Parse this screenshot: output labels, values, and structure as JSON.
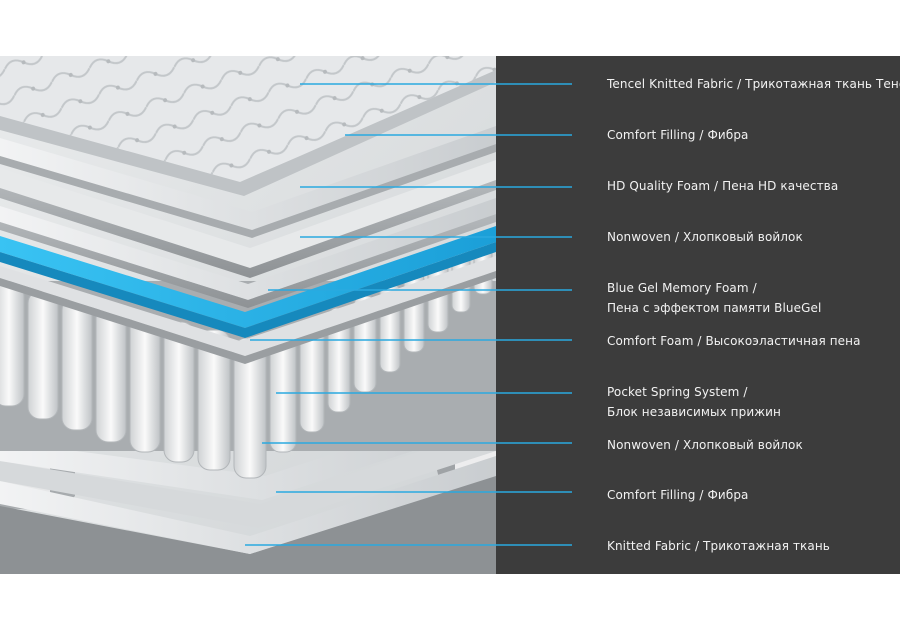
{
  "photo": {
    "subject": "mattress-layers-cutaway",
    "accent_color": "#2aa9e0",
    "panel_color": "#3c3c3c"
  },
  "layers": [
    {
      "lines": [
        "Tencel Knitted Fabric / Трикотажная ткань Тенсел"
      ]
    },
    {
      "lines": [
        "Comfort Filling / Фибра"
      ]
    },
    {
      "lines": [
        "HD Quality Foam / Пена HD качества"
      ]
    },
    {
      "lines": [
        "Nonwoven / Хлопковый войлок"
      ]
    },
    {
      "lines": [
        "Blue Gel Memory Foam /",
        "Пена с эффектом памяти BlueGel"
      ]
    },
    {
      "lines": [
        "Comfort Foam / Высокоэластичная пена"
      ]
    },
    {
      "lines": [
        "Pocket Spring System /",
        "Блок независимых прижин"
      ]
    },
    {
      "lines": [
        "Nonwoven / Хлопковый войлок"
      ]
    },
    {
      "lines": [
        "Comfort Filling / Фибра"
      ]
    },
    {
      "lines": [
        "Knitted Fabric / Трикотажная ткань"
      ]
    }
  ]
}
